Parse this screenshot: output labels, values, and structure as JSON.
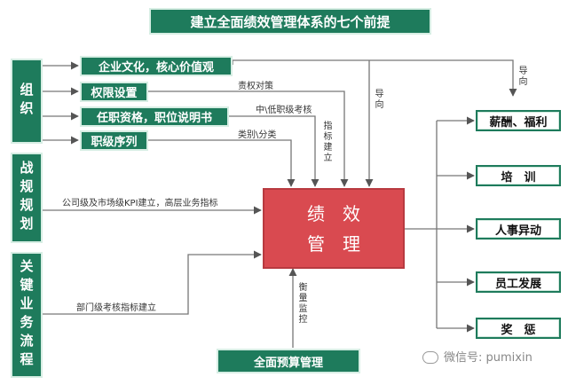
{
  "title": "建立全面绩效管理体系的七个前提",
  "left_groups": {
    "org": "组织",
    "strategy": "战规规划",
    "process": "关键业务流程"
  },
  "inputs": {
    "culture": "企业文化，核心价值观",
    "authority": "权限设置",
    "qualification": "任职资格，职位说明书",
    "rank": "职级序列"
  },
  "center": {
    "line1": "绩　效",
    "line2": "管　理"
  },
  "budget": "全面预算管理",
  "outputs": [
    "薪酬、福利",
    "培　训",
    "人事异动",
    "员工发展",
    "奖　惩"
  ],
  "labels": {
    "authority_strategy": "责权对策",
    "mid_low_exam": "中\\低职级考核",
    "category_class": "类别\\分类",
    "index_build": "指标建立",
    "guide1": "导向",
    "guide2": "导向",
    "company_kpi": "公司级及市场级KPI建立，高层业务指标",
    "dept_exam": "部门级考核指标建立",
    "measure": "衡量监控"
  },
  "watermark": "微信号: pumixin",
  "colors": {
    "dark_green": "#1e7b5c",
    "red": "#d94a50",
    "line_gray": "#777777"
  }
}
